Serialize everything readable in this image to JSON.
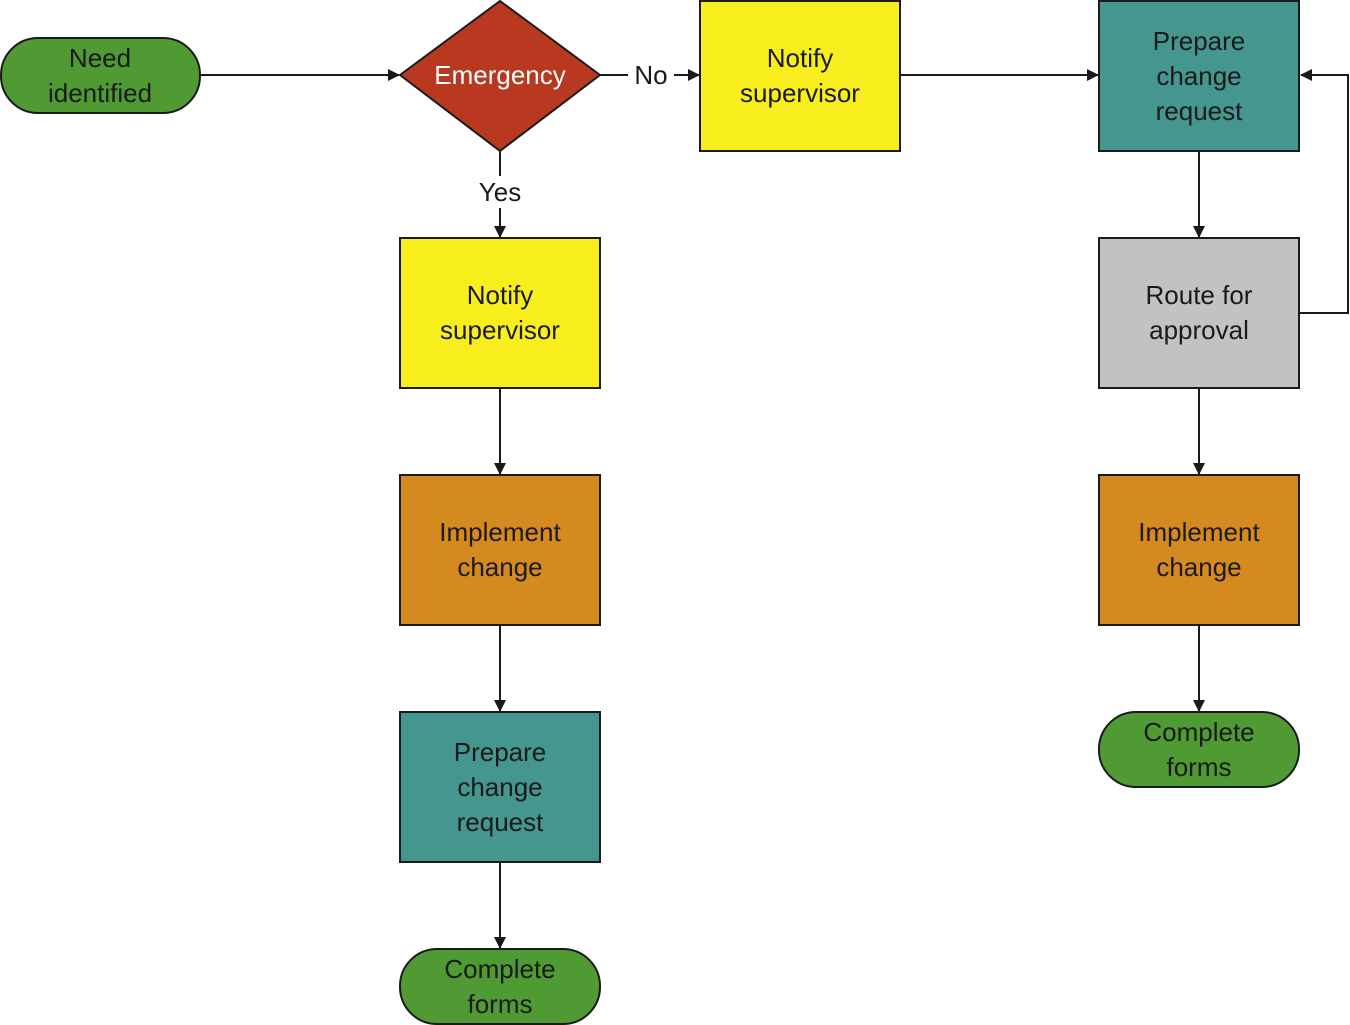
{
  "colors": {
    "terminal": "#4f9a32",
    "decision": "#b8391f",
    "notify": "#f8ee1e",
    "prepare": "#45968f",
    "implement": "#d48a1f",
    "route": "#c2c2c2"
  },
  "nodes": {
    "need": {
      "label_1": "Need",
      "label_2": "identified"
    },
    "emergency": {
      "label": "Emergency"
    },
    "notify_no": {
      "label_1": "Notify",
      "label_2": "supervisor"
    },
    "prepare_no": {
      "label_1": "Prepare",
      "label_2": "change",
      "label_3": "request"
    },
    "route": {
      "label_1": "Route for",
      "label_2": "approval"
    },
    "implement_no": {
      "label_1": "Implement",
      "label_2": "change"
    },
    "complete_no": {
      "label_1": "Complete",
      "label_2": "forms"
    },
    "notify_yes": {
      "label_1": "Notify",
      "label_2": "supervisor"
    },
    "implement_yes": {
      "label_1": "Implement",
      "label_2": "change"
    },
    "prepare_yes": {
      "label_1": "Prepare",
      "label_2": "change",
      "label_3": "request"
    },
    "complete_yes": {
      "label_1": "Complete",
      "label_2": "forms"
    }
  },
  "edge_labels": {
    "no": "No",
    "yes": "Yes"
  }
}
